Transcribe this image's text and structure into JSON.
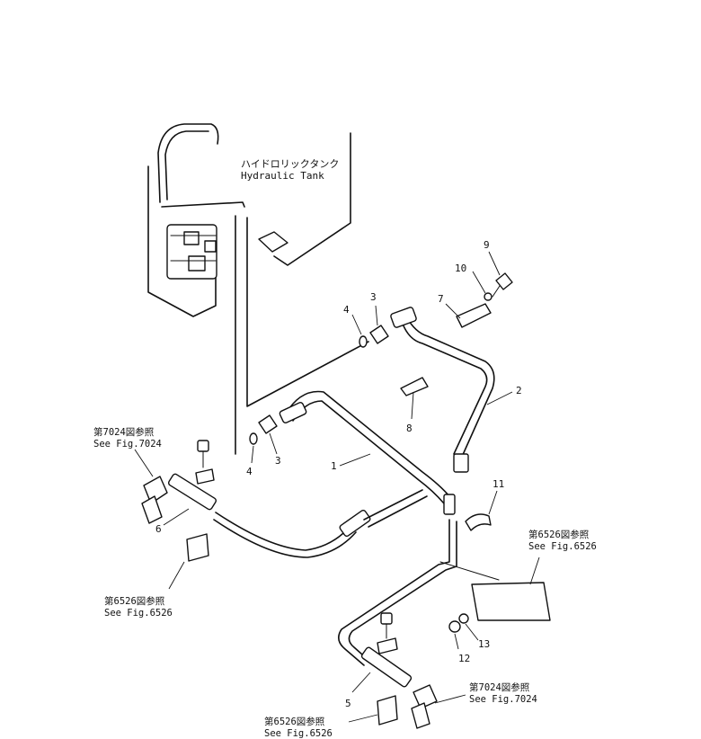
{
  "tank": {
    "label_jp": "ハイドロリックタンク",
    "label_en": "Hydraulic Tank"
  },
  "part_numbers": [
    "1",
    "2",
    "3",
    "3",
    "4",
    "4",
    "5",
    "6",
    "7",
    "8",
    "9",
    "10",
    "11",
    "12",
    "13"
  ],
  "references": [
    {
      "jp": "第7024図参照",
      "en": "See Fig.7024"
    },
    {
      "jp": "第6526図参照",
      "en": "See Fig.6526"
    },
    {
      "jp": "第6526図参照",
      "en": "See Fig.6526"
    },
    {
      "jp": "第6526図参照",
      "en": "See Fig.6526"
    },
    {
      "jp": "第7024図参照",
      "en": "See Fig.7024"
    }
  ]
}
